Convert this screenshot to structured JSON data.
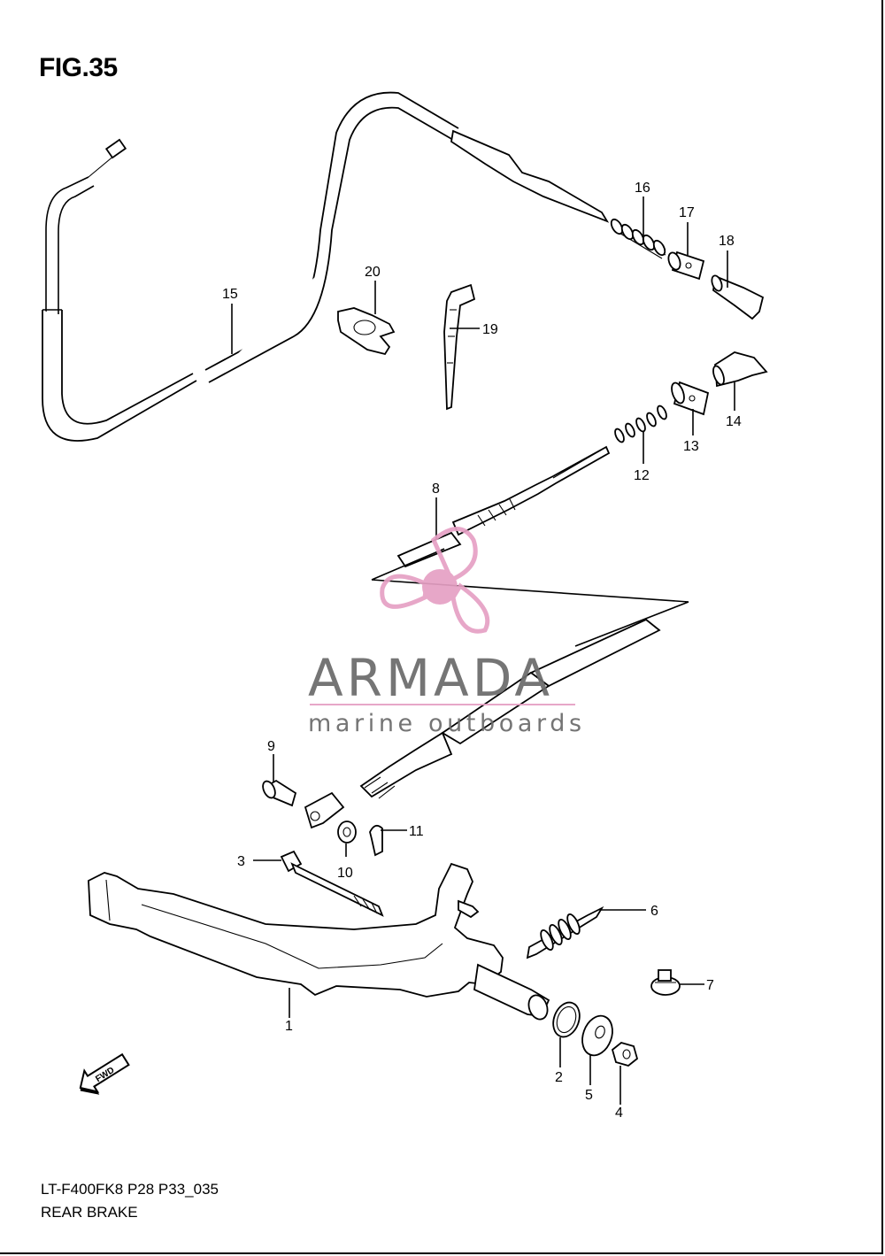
{
  "figure": {
    "title": "FIG.35"
  },
  "footer": {
    "model_code": "LT-F400FK8 P28 P33_035",
    "section_title": "REAR BRAKE"
  },
  "watermark": {
    "brand": "ARMADA",
    "tagline": "marine outboards",
    "colors": {
      "pink": "#e6a0c4",
      "pink_dark": "#d980b0",
      "gray": "#6a6a6a"
    }
  },
  "callouts": [
    "1",
    "2",
    "3",
    "4",
    "5",
    "6",
    "7",
    "8",
    "9",
    "10",
    "11",
    "12",
    "13",
    "14",
    "15",
    "16",
    "17",
    "18",
    "19",
    "20"
  ],
  "fwd_arrow": {
    "label": "FWD"
  }
}
